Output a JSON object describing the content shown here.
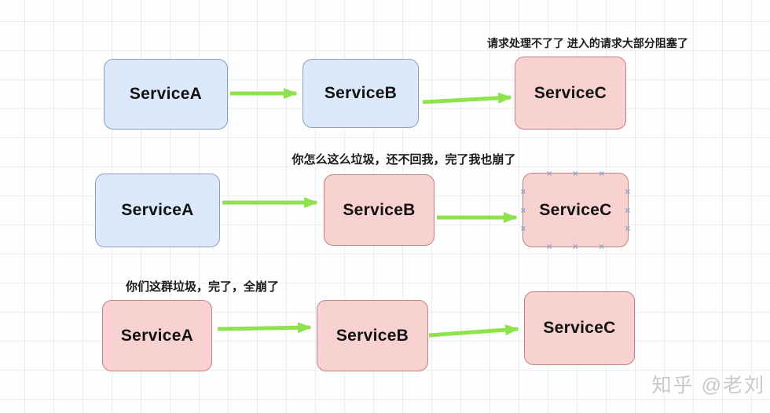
{
  "canvas": {
    "background": "#fefefe",
    "grid_color": "#ededed"
  },
  "colors": {
    "node_blue_fill": "#dbe9fb",
    "node_blue_border": "#87a0bd",
    "node_pink_fill": "#f8d2d0",
    "node_pink_border": "#bf8280",
    "arrow_green": "#8ee24b",
    "annotation_text": "#1b1b1b",
    "connection_point": "#7fa3cf",
    "watermark_text": "#c8c8c8"
  },
  "rows": [
    {
      "annotation": "请求处理不了了 进入的请求大部分阻塞了",
      "nodes": [
        {
          "label": "ServiceA",
          "variant": "blue"
        },
        {
          "label": "ServiceB",
          "variant": "blue"
        },
        {
          "label": "ServiceC",
          "variant": "pink"
        }
      ]
    },
    {
      "annotation": "你怎么这么垃圾，还不回我，完了我也崩了",
      "nodes": [
        {
          "label": "ServiceA",
          "variant": "blue"
        },
        {
          "label": "ServiceB",
          "variant": "pink"
        },
        {
          "label": "ServiceC",
          "variant": "pink",
          "selected": true
        }
      ]
    },
    {
      "annotation": "你们这群垃圾，完了，全崩了",
      "nodes": [
        {
          "label": "ServiceA",
          "variant": "pink"
        },
        {
          "label": "ServiceB",
          "variant": "pink"
        },
        {
          "label": "ServiceC",
          "variant": "pink"
        }
      ]
    }
  ],
  "watermark": "知乎 @老刘"
}
